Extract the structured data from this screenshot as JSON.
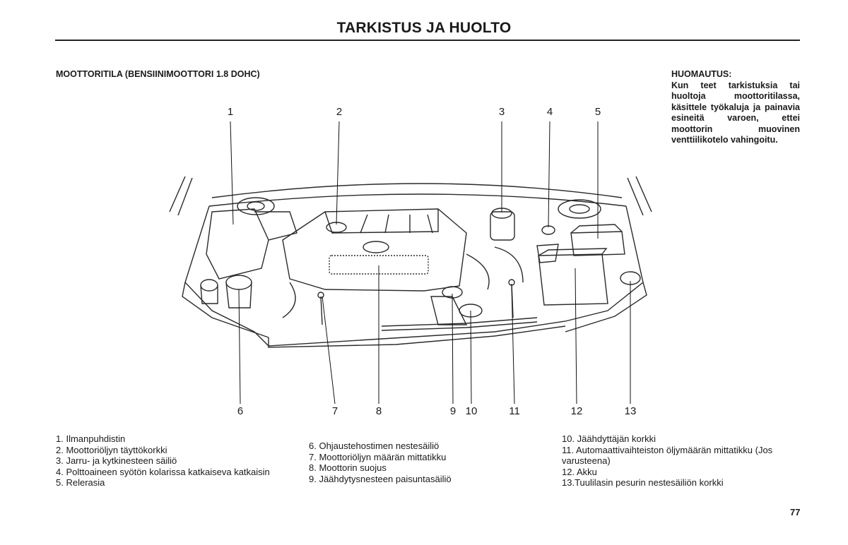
{
  "header": {
    "title": "TARKISTUS JA HUOLTO"
  },
  "section_title": "MOOTTORITILA (BENSIINIMOOTTORI 1.8 DOHC)",
  "note": {
    "title": "HUOMAUTUS:",
    "text": "Kun teet tarkistuksia tai huoltoja moottoritilassa, käsittele työkaluja ja painavia esineitä varoen, ettei moottorin muovinen venttiilikotelo vahingoitu."
  },
  "callouts": {
    "top": [
      "1",
      "2",
      "3",
      "4",
      "5"
    ],
    "bottom": [
      "6",
      "7",
      "8",
      "9",
      "10",
      "11",
      "12",
      "13"
    ]
  },
  "legend": {
    "col1": [
      "1. Ilmanpuhdistin",
      "2. Moottoriöljyn täyttökorkki",
      "3. Jarru- ja kytkinesteen säiliö",
      "4. Polttoaineen syötön kolarissa katkaiseva katkaisin",
      "5. Relerasia"
    ],
    "col2": [
      "6. Ohjaustehostimen nestesäiliö",
      "7. Moottoriöljyn määrän mittatikku",
      "8. Moottorin suojus",
      "9. Jäähdytysnesteen paisuntasäiliö"
    ],
    "col3": [
      "10. Jäähdyttäjän korkki",
      "11. Automaattivaihteiston öljymäärän mittatikku (Jos",
      "varusteena)",
      "12. Akku",
      "13.Tuulilasin pesurin nestesäiliön korkki"
    ]
  },
  "page_number": "77"
}
